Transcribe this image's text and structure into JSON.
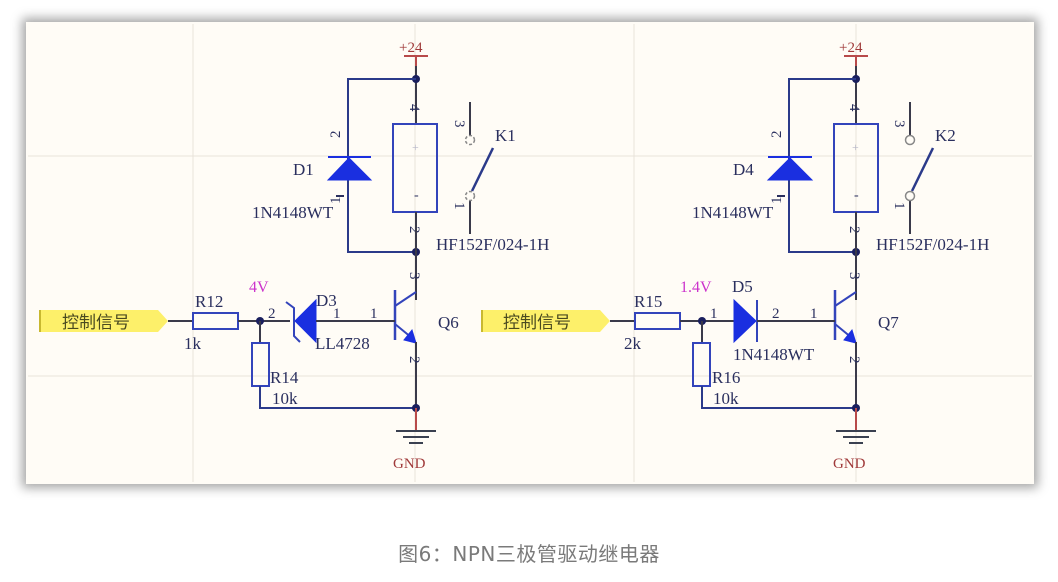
{
  "figure": {
    "caption": "图6：NPN三极管驱动继电器",
    "colors": {
      "wire": "#2b3a8a",
      "component": "#3344bb",
      "diode_fill": "#1a2fe0",
      "voltage_annotation": "#cc33cc",
      "power_net": "#a03a3a",
      "signal_port_fill": "#fdf06a",
      "background": "#fffcf6"
    }
  },
  "circuits": [
    {
      "input_port": "控制信号",
      "power_net": "+24",
      "ground_net": "GND",
      "series_resistor": {
        "ref": "R12",
        "value": "1k"
      },
      "pulldown_resistor": {
        "ref": "R14",
        "value": "10k"
      },
      "node_voltage": "4V",
      "base_diode": {
        "ref": "D3",
        "part": "LL4728",
        "type": "zener",
        "pins": [
          "2",
          "1"
        ]
      },
      "transistor": {
        "ref": "Q6",
        "pins": {
          "base": "1",
          "collector": "3",
          "emitter": "2"
        }
      },
      "flyback_diode": {
        "ref": "D1",
        "part": "1N4148WT",
        "pins": [
          "2",
          "1"
        ]
      },
      "relay": {
        "ref": "K1",
        "part": "HF152F/024-1H",
        "coil_pins": [
          "4",
          "2"
        ],
        "contact_pins": [
          "3",
          "1"
        ],
        "coil_marks": [
          "+",
          "-"
        ]
      }
    },
    {
      "input_port": "控制信号",
      "power_net": "+24",
      "ground_net": "GND",
      "series_resistor": {
        "ref": "R15",
        "value": "2k"
      },
      "pulldown_resistor": {
        "ref": "R16",
        "value": "10k"
      },
      "node_voltage": "1.4V",
      "base_diode": {
        "ref": "D5",
        "part": "1N4148WT",
        "type": "standard",
        "pins": [
          "1",
          "2"
        ]
      },
      "transistor": {
        "ref": "Q7",
        "pins": {
          "base": "1",
          "collector": "3",
          "emitter": "2"
        }
      },
      "flyback_diode": {
        "ref": "D4",
        "part": "1N4148WT",
        "pins": [
          "2",
          "1"
        ]
      },
      "relay": {
        "ref": "K2",
        "part": "HF152F/024-1H",
        "coil_pins": [
          "4",
          "2"
        ],
        "contact_pins": [
          "3",
          "1"
        ],
        "coil_marks": [
          "+",
          "-"
        ]
      }
    }
  ]
}
